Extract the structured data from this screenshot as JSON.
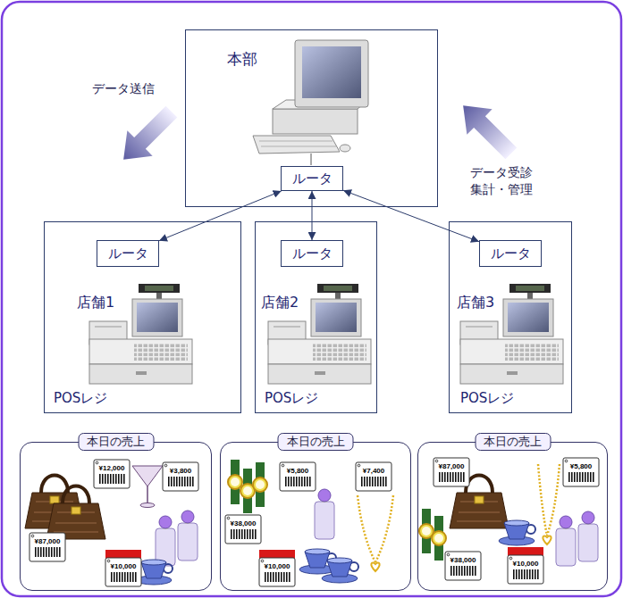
{
  "diagram": {
    "nodes": [
      {
        "text": [
          "本部"
        ]
      },
      {
        "text": [
          "ルータ"
        ],
        "in": 0
      },
      {
        "text": [
          "店舗1",
          "POSレジ"
        ]
      },
      {
        "text": [
          "ルータ"
        ],
        "in": 2
      },
      {
        "text": [
          "店舗2",
          "POSレジ"
        ]
      },
      {
        "text": [
          "ルータ"
        ],
        "in": 4
      },
      {
        "text": [
          "店舗3",
          "POSレジ"
        ]
      },
      {
        "text": [
          "ルータ"
        ],
        "in": 6
      },
      {
        "text": [
          "本日の売上"
        ]
      },
      {
        "text": [
          "本日の売上"
        ]
      },
      {
        "text": [
          "本日の売上"
        ]
      }
    ],
    "edges": [
      {
        "from": 1,
        "to": 3,
        "arrow": "both"
      },
      {
        "from": 1,
        "to": 5,
        "arrow": "both"
      },
      {
        "from": 1,
        "to": 7,
        "arrow": "both"
      }
    ],
    "labels": [
      "データ送信",
      "データ受診 集計・管理",
      "¥12,000",
      "¥3,800",
      "¥87,000",
      "¥10,000",
      "¥5,800",
      "¥7,400",
      "¥38,000",
      "¥10,000",
      "¥87,000",
      "¥5,800",
      "¥38,000",
      "¥10,000"
    ]
  }
}
